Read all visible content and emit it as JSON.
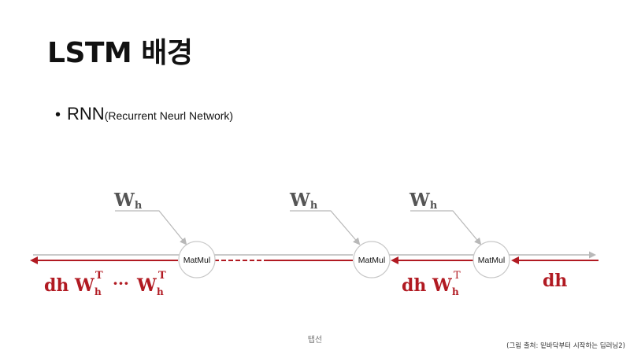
{
  "slide": {
    "title": "LSTM 배경"
  },
  "bullet": {
    "main": "RNN",
    "sub": "(Recurrent Neurl Network)"
  },
  "diagram": {
    "node_label": "MatMul",
    "weight_symbol": "W",
    "weight_subscript": "h",
    "grad_prefix": "dh",
    "grad_weight": "W",
    "grad_subscript": "h",
    "grad_superscript": "T",
    "ellipsis": "···",
    "grad_in": "dh",
    "colors": {
      "gradient": "#b11a22",
      "forward": "#b8b8b8",
      "weight": "#555555",
      "node_border": "#c8c8c8"
    }
  },
  "footer": {
    "center": "탭선",
    "source": "(그림 출처: 밑바닥부터 시작하는 딥러닝2)"
  }
}
